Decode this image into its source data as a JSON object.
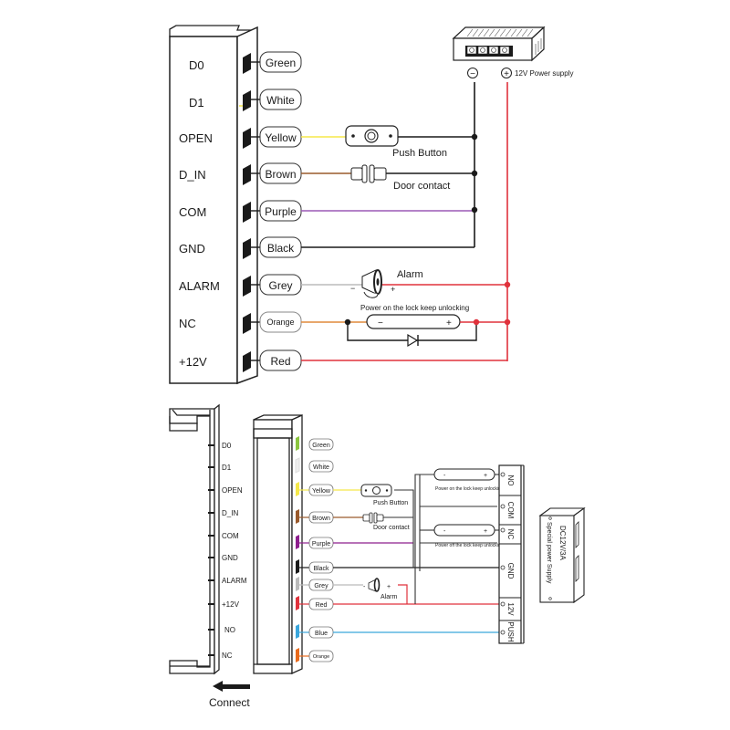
{
  "colors": {
    "green": "#8bc53f",
    "white": "#eeeeee",
    "yellow": "#f5e84a",
    "brown": "#9a5a2c",
    "purple": "#9b59b6",
    "black": "#1a1a1a",
    "grey": "#bbbbbb",
    "orange": "#e08a3c",
    "red": "#e0323c",
    "blue": "#3aa6dc",
    "purple_dark": "#8e1f8e",
    "orange_dark": "#e96a1c"
  },
  "top_diagram": {
    "terminals": [
      {
        "pin": "D0",
        "wire": "Green",
        "color": "green"
      },
      {
        "pin": "D1",
        "wire": "White",
        "color": "white"
      },
      {
        "pin": "OPEN",
        "wire": "Yellow",
        "color": "yellow"
      },
      {
        "pin": "D_IN",
        "wire": "Brown",
        "color": "brown"
      },
      {
        "pin": "COM",
        "wire": "Purple",
        "color": "purple"
      },
      {
        "pin": "GND",
        "wire": "Black",
        "color": "black"
      },
      {
        "pin": "ALARM",
        "wire": "Grey",
        "color": "grey"
      },
      {
        "pin": "NC",
        "wire": "Orange",
        "color": "orange"
      },
      {
        "pin": "+12V",
        "wire": "Red",
        "color": "red"
      }
    ],
    "power_supply": {
      "minus": "−",
      "plus": "+",
      "label": "12V Power supply"
    },
    "push_button_label": "Push Button",
    "door_contact_label": "Door contact",
    "alarm_label": "Alarm",
    "alarm_minus": "−",
    "alarm_plus": "+",
    "lock_label": "Power on the lock keep unlocking",
    "lock_minus": "−",
    "lock_plus": "+"
  },
  "bottom_diagram": {
    "pins": [
      "D0",
      "D1",
      "OPEN",
      "D_IN",
      "COM",
      "GND",
      "ALARM",
      "+12V",
      "NO",
      "NC"
    ],
    "wires": [
      {
        "label": "Green",
        "color": "green"
      },
      {
        "label": "White",
        "color": "white"
      },
      {
        "label": "Yellow",
        "color": "yellow"
      },
      {
        "label": "Brown",
        "color": "brown"
      },
      {
        "label": "Purple",
        "color": "purple_dark"
      },
      {
        "label": "Black",
        "color": "black"
      },
      {
        "label": "Grey",
        "color": "grey"
      },
      {
        "label": "Red",
        "color": "red"
      },
      {
        "label": "Blue",
        "color": "blue"
      },
      {
        "label": "Orange",
        "color": "orange_dark"
      }
    ],
    "push_button_label": "Push Button",
    "door_contact_label": "Door contact",
    "alarm_label": "Alarm",
    "alarm_minus": "-",
    "alarm_plus": "+",
    "lock1_label": "Power on the lock keep unlocking",
    "lock2_label": "Power off the lock keep unlocking",
    "lock_minus": "-",
    "lock_plus": "+",
    "controller_terminals": [
      "NO",
      "COM",
      "NC",
      "GND",
      "12V",
      "PUSH"
    ],
    "psu_line1": "DC12V/3A",
    "psu_line2": "Special power Supply",
    "connect_label": "Connect"
  }
}
